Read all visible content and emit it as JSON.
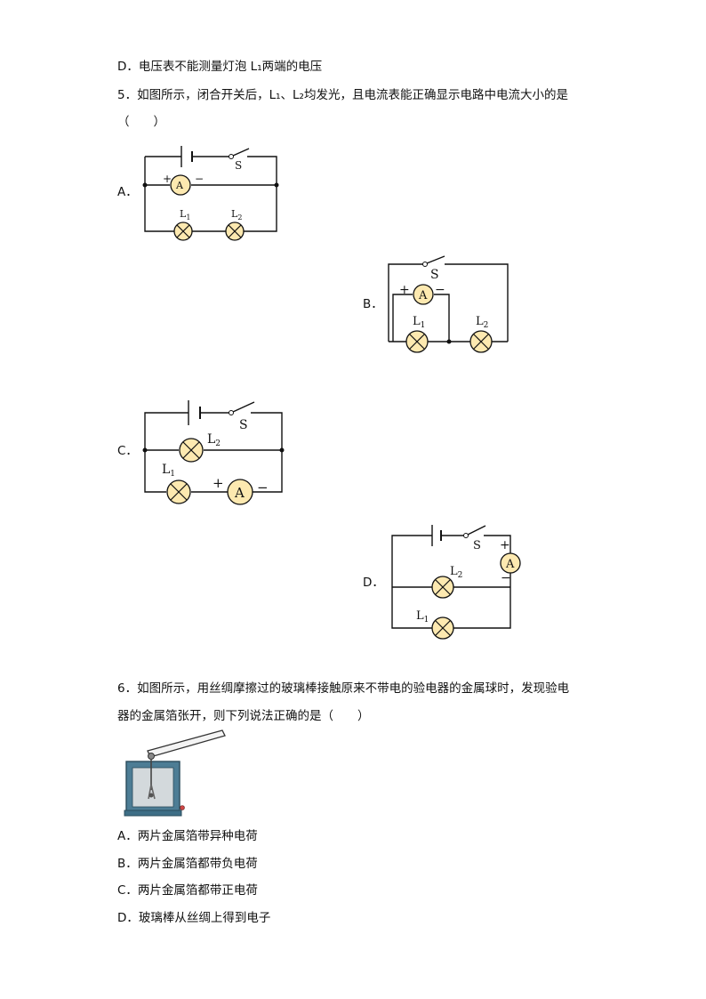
{
  "q4": {
    "option_d": "D．电压表不能测量灯泡 L₁两端的电压"
  },
  "q5": {
    "stem_line1": "5．如图所示，闭合开关后，L₁、L₂均发光，且电流表能正确显示电路中电流大小的是",
    "stem_line2": "（　　）",
    "options": {
      "a": "A．",
      "b": "B．",
      "c": "C．",
      "d": "D．"
    },
    "circuit_labels": {
      "switch": "S",
      "ammeter": "A",
      "plus": "+",
      "minus": "−",
      "lamp1": "L",
      "lamp2": "L",
      "sub1": "1",
      "sub2": "2"
    }
  },
  "q6": {
    "stem_line1": "6．如图所示，用丝绸摩擦过的玻璃棒接触原来不带电的验电器的金属球时，发现验电",
    "stem_line2": "器的金属箔张开，则下列说法正确的是（　　）",
    "options": [
      "A．两片金属箔带异种电荷",
      "B．两片金属箔都带负电荷",
      "C．两片金属箔都带正电荷",
      "D．玻璃棒从丝绸上得到电子"
    ]
  },
  "colors": {
    "bulb_fill": "#fde9b0",
    "electroscope_frame": "#3e6e86"
  }
}
